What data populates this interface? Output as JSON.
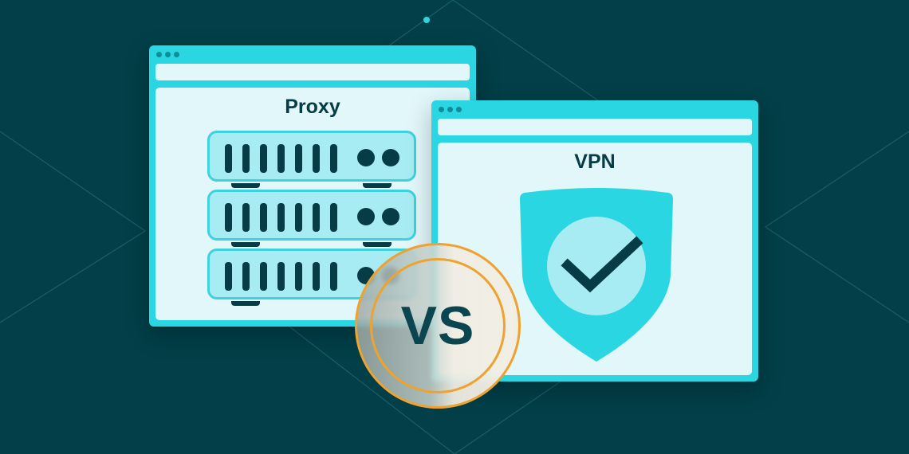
{
  "colors": {
    "background": "#023f48",
    "window_frame": "#29d6e2",
    "window_content": "#e2f7fa",
    "dark_text": "#053c46",
    "accent_orange": "#eea22f",
    "shield": "#29d6e2",
    "shield_circle": "#a6ecf2"
  },
  "proxy_window": {
    "title": "Proxy",
    "window_dots": 3,
    "servers": [
      {
        "bars": 7,
        "leds": 2
      },
      {
        "bars": 7,
        "leds": 2
      },
      {
        "bars": 7,
        "leds": 2
      }
    ]
  },
  "vpn_window": {
    "title": "VPN",
    "window_dots": 3,
    "icon": "shield-check-icon"
  },
  "badge": {
    "label": "VS"
  }
}
